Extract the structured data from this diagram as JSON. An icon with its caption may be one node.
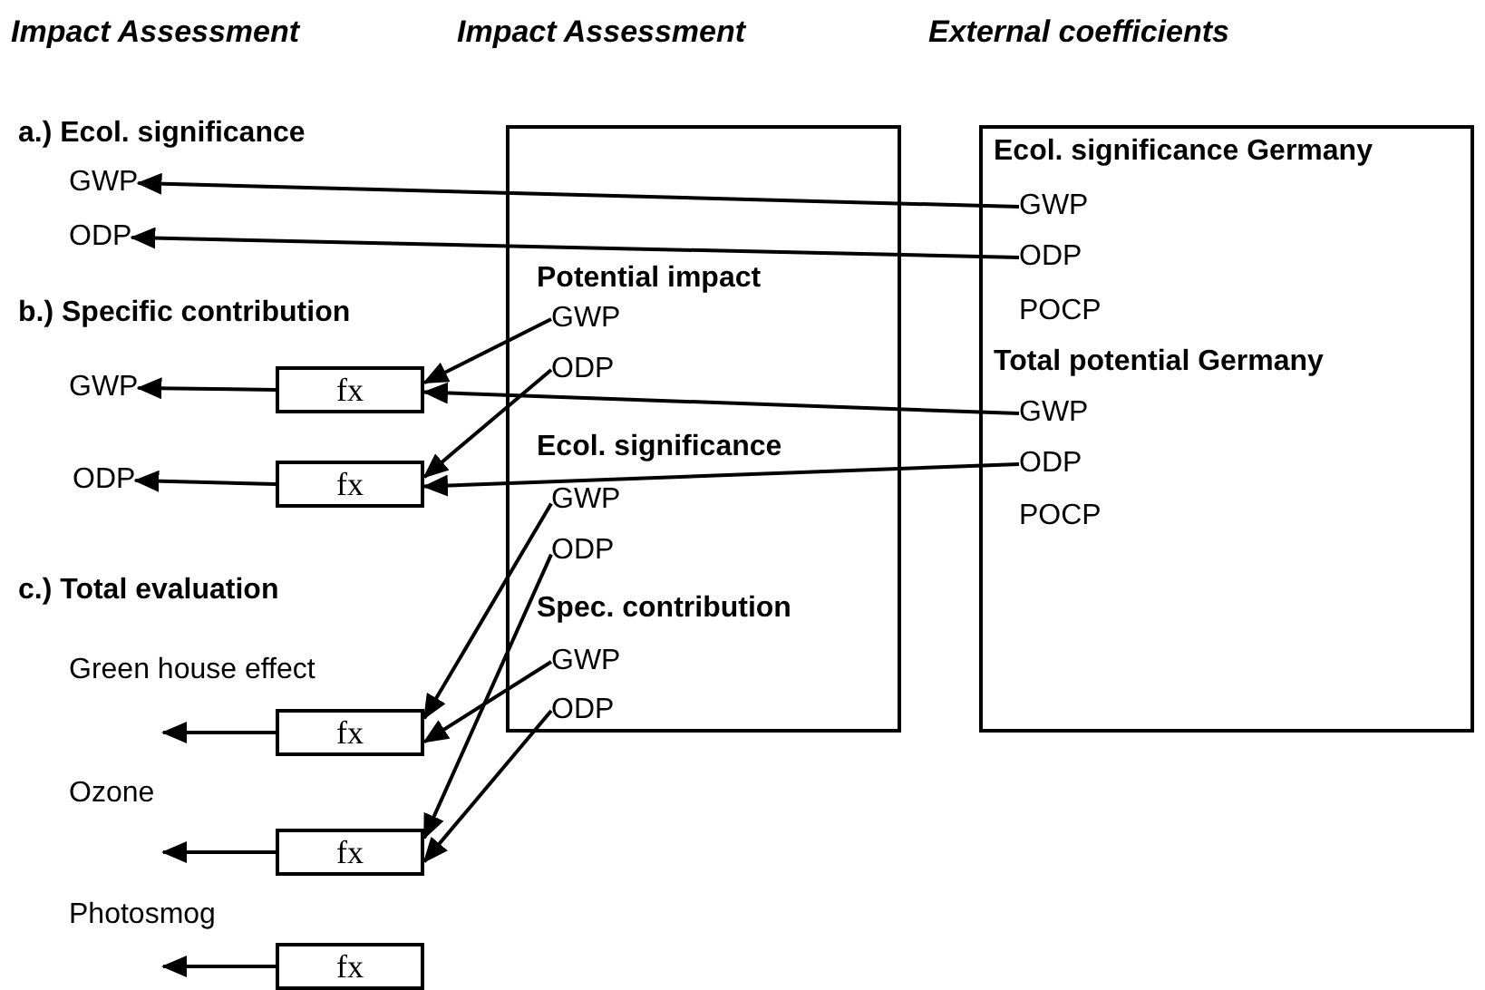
{
  "diagram": {
    "nodes": [
      {
        "text": [
          "Potential impact",
          "Ecol. significance",
          "Spec. contribution"
        ]
      },
      {
        "text": [
          "GWP"
        ],
        "in": 0
      },
      {
        "text": [
          "ODP"
        ],
        "in": 0
      },
      {
        "text": [
          "GWP"
        ],
        "in": 0
      },
      {
        "text": [
          "ODP"
        ],
        "in": 0
      },
      {
        "text": [
          "GWP"
        ],
        "in": 0
      },
      {
        "text": [
          "ODP"
        ],
        "in": 0
      },
      {
        "text": [
          "Ecol. significance Germany",
          "POCP",
          "Total potential Germany",
          "POCP"
        ]
      },
      {
        "text": [
          "GWP"
        ],
        "in": 7
      },
      {
        "text": [
          "ODP"
        ],
        "in": 7
      },
      {
        "text": [
          "GWP"
        ],
        "in": 7
      },
      {
        "text": [
          "ODP"
        ],
        "in": 7
      },
      {
        "text": [
          "GWP"
        ]
      },
      {
        "text": [
          "ODP"
        ]
      },
      {
        "text": [
          "GWP"
        ]
      },
      {
        "text": [
          "fx"
        ]
      },
      {
        "text": [
          "ODP"
        ]
      },
      {
        "text": [
          "fx"
        ]
      },
      {
        "text": [
          "fx"
        ]
      },
      {
        "text": [
          "fx"
        ]
      },
      {
        "text": [
          "fx"
        ]
      }
    ],
    "edges": [
      {
        "from": 8,
        "to": 12,
        "arrow": "to"
      },
      {
        "from": 9,
        "to": 13,
        "arrow": "to"
      },
      {
        "from": 1,
        "to": 15,
        "arrow": "to"
      },
      {
        "from": 2,
        "to": 17,
        "arrow": "to"
      },
      {
        "from": 10,
        "to": 15,
        "arrow": "to"
      },
      {
        "from": 11,
        "to": 17,
        "arrow": "to"
      },
      {
        "from": 3,
        "to": 18,
        "arrow": "to"
      },
      {
        "from": 5,
        "to": 18,
        "arrow": "to"
      },
      {
        "from": 4,
        "to": 19,
        "arrow": "to"
      },
      {
        "from": 6,
        "to": 19,
        "arrow": "to"
      },
      {
        "from": 15,
        "to": 14,
        "arrow": "to"
      },
      {
        "from": 17,
        "to": 16,
        "arrow": "to"
      },
      {
        "from": 18,
        "to": null,
        "arrow": "to"
      },
      {
        "from": 19,
        "to": null,
        "arrow": "to"
      },
      {
        "from": 20,
        "to": null,
        "arrow": "to"
      }
    ],
    "labels": [
      "Impact Assessment",
      "Impact Assessment",
      "External coefficients",
      "a.) Ecol. significance",
      "b.) Specific contribution",
      "c.) Total evaluation",
      "Green house effect",
      "Ozone",
      "Photosmog"
    ]
  }
}
